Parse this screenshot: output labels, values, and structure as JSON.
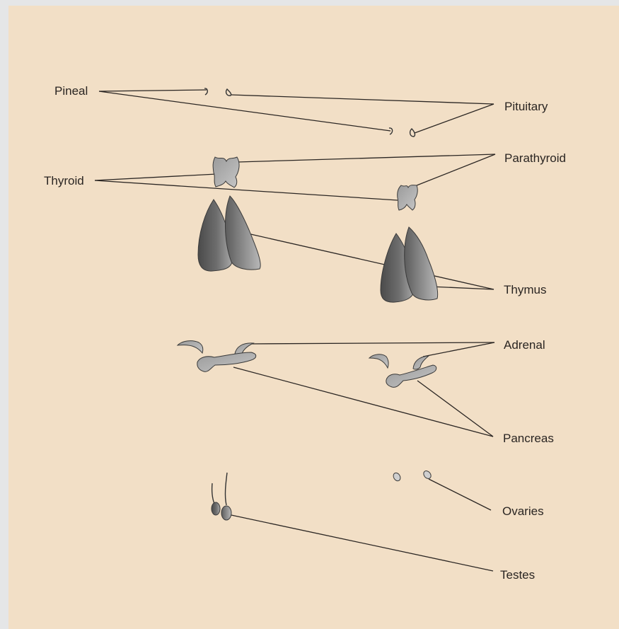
{
  "colors": {
    "paper": "#f2dfc6",
    "border": "#e5e6e7",
    "line": "#2b2623",
    "organ_dark": "#4f4f4f",
    "organ_light": "#a9a9a9"
  },
  "labels": {
    "pineal": "Pineal",
    "pituitary": "Pituitary",
    "parathyroid": "Parathyroid",
    "thyroid": "Thyroid",
    "thymus": "Thymus",
    "adrenal": "Adrenal",
    "pancreas": "Pancreas",
    "ovaries": "Ovaries",
    "testes": "Testes"
  }
}
